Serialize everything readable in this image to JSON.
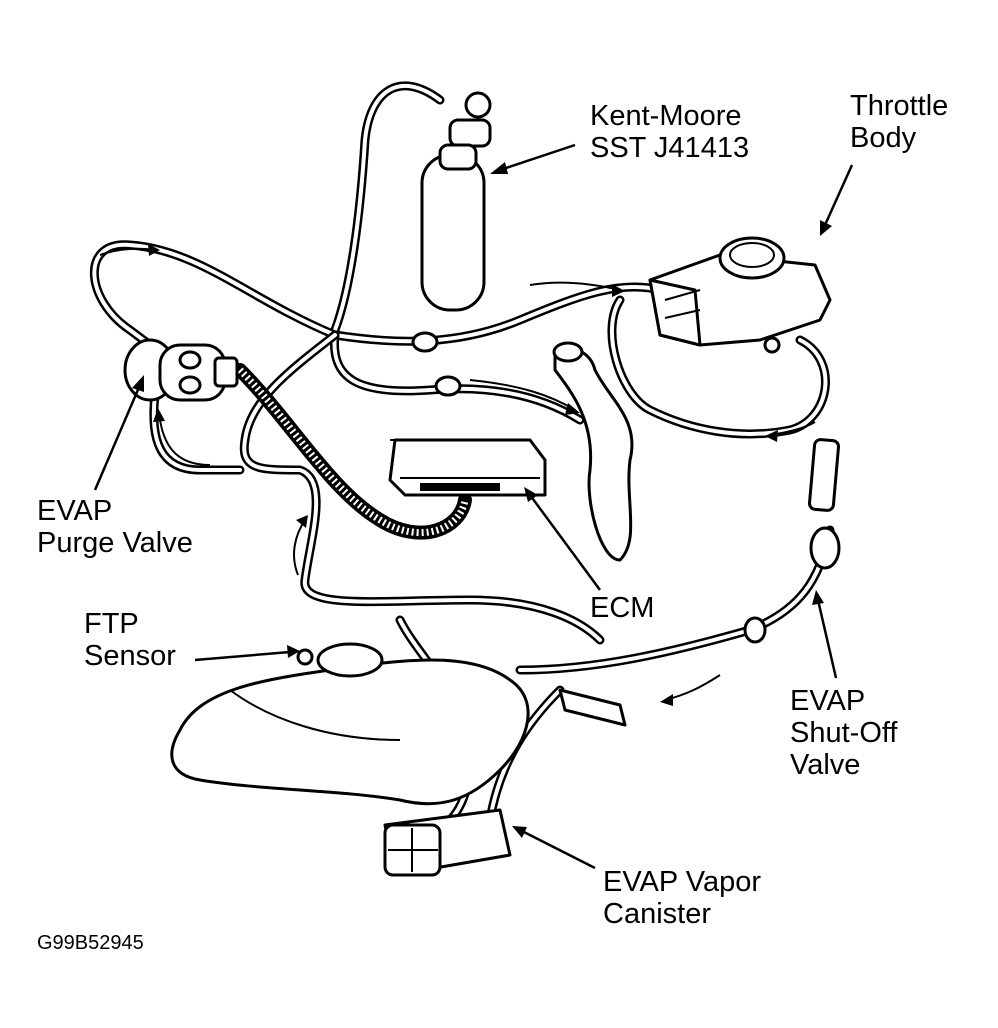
{
  "diagram": {
    "title": "EVAP system test hookup",
    "figure_id": "G99B52945",
    "labels": {
      "kent_moore": [
        "Kent-Moore",
        "SST J41413"
      ],
      "throttle_body": [
        "Throttle",
        "Body"
      ],
      "purge_valve": [
        "EVAP",
        "Purge Valve"
      ],
      "ftp_sensor": [
        "FTP",
        "Sensor"
      ],
      "ecm": [
        "ECM"
      ],
      "shutoff_valve": [
        "EVAP",
        "Shut-Off",
        "Valve"
      ],
      "vapor_canister": [
        "EVAP Vapor",
        "Canister"
      ]
    },
    "components": [
      "kent-moore-tool-cylinder",
      "throttle-body",
      "evap-purge-valve",
      "ecm",
      "ftp-sensor",
      "fuel-tank",
      "evap-shutoff-valve",
      "evap-vapor-canister",
      "fuel-filler-neck"
    ],
    "line_color": "#000000",
    "background_color": "#ffffff"
  }
}
